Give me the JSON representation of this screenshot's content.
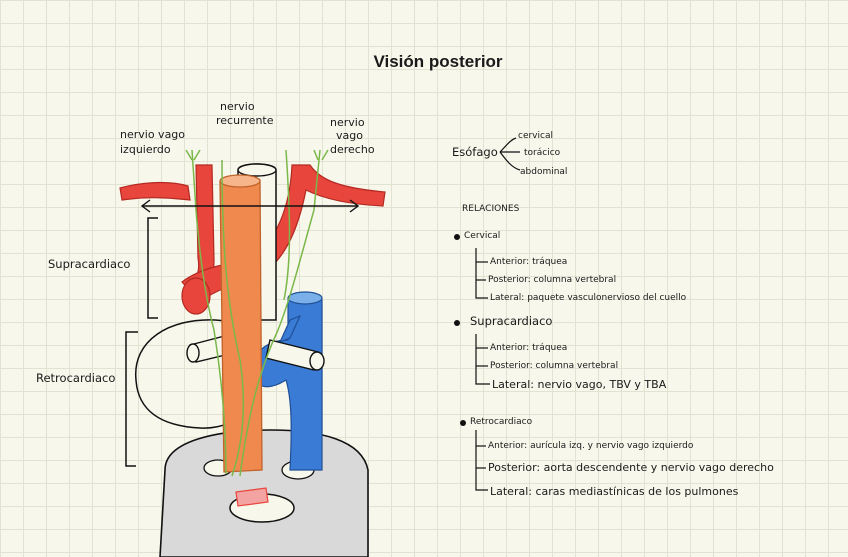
{
  "title": "Visión posterior",
  "diagram_labels": {
    "nervio_vago_izq": [
      "nervio vago",
      "izquierdo"
    ],
    "nervio_recurrente": [
      "nervio",
      "recurrente"
    ],
    "nervio_vago_der": [
      "nervio",
      "vago",
      "derecho"
    ],
    "supracardiaco": "Supracardiaco",
    "retrocardiaco": "Retrocardiaco"
  },
  "esofago": {
    "label": "Esófago",
    "parts": [
      "cervical",
      "torácico",
      "abdominal"
    ]
  },
  "relaciones": {
    "heading": "RELACIONES",
    "groups": [
      {
        "name": "Cervical",
        "items": [
          "Anterior: tráquea",
          "Posterior: columna vertebral",
          "Lateral: paquete vasculonervioso del cuello"
        ]
      },
      {
        "name": "Supracardiaco",
        "items": [
          "Anterior: tráquea",
          "Posterior: columna vertebral",
          "Lateral: nervio vago, TBV y TBA"
        ]
      },
      {
        "name": "Retrocardiaco",
        "items": [
          "Anterior: aurícula izq. y nervio vago izquierdo",
          "Posterior: aorta descendente y nervio vago derecho",
          "Lateral: caras mediastínicas de los pulmones"
        ]
      }
    ]
  },
  "colors": {
    "background": "#f8f7ec",
    "grid": "#e2e2d2",
    "artery": "#e8453c",
    "esophagus": "#f0894d",
    "vein": "#3a7bd5",
    "nerve": "#7ab84a",
    "vertebra": "#d9d9d9"
  }
}
